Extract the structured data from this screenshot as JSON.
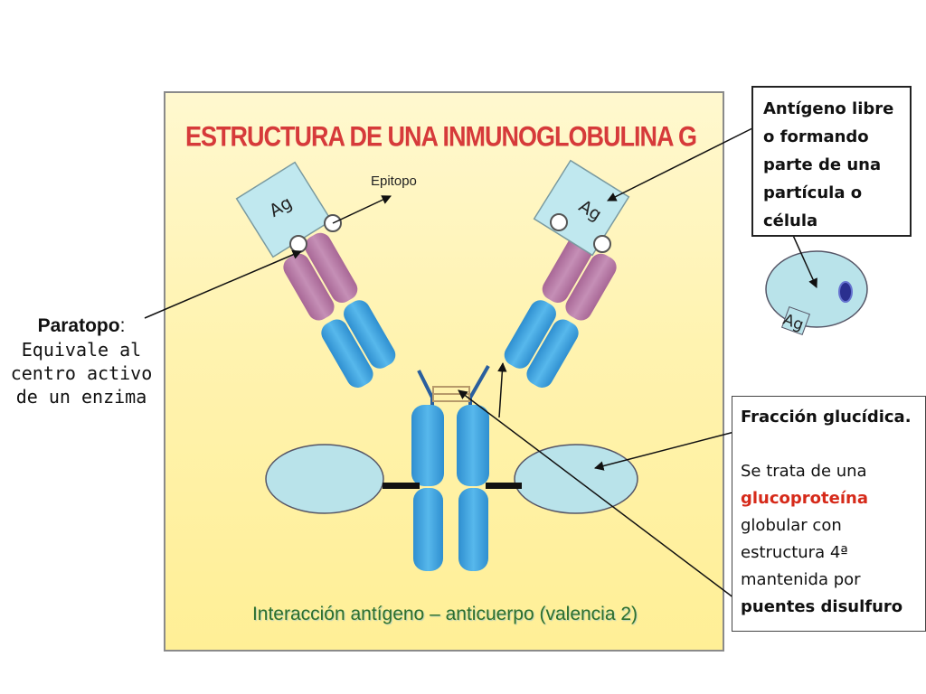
{
  "title": "ESTRUCTURA DE UNA INMUNOGLOBULINA G",
  "caption": "Interacción antígeno – anticuerpo (valencia 2)",
  "labels": {
    "epitopo": "Epitopo",
    "ag_left": "Ag",
    "ag_right": "Ag",
    "ag_cell": "Ag"
  },
  "paratopo": {
    "term": "Paratopo",
    "colon": ":",
    "lines": [
      "Equivale al",
      "centro activo",
      "de un enzima"
    ]
  },
  "antigen_box": {
    "lines": [
      "Antígeno libre",
      "o formando",
      "parte de una",
      "partícula o",
      "célula"
    ]
  },
  "glyco_box": {
    "heading": "Fracción glucídica.",
    "line1": "Se trata de una",
    "highlight": "glucoproteína",
    "line3": "globular con",
    "line4": "estructura 4ª",
    "line5": "mantenida por",
    "bold_end": "puentes disulfuro"
  },
  "colors": {
    "title": "#d63a3a",
    "heavy_chain": "#3fa9e0",
    "light_chain_variable": "#b97aa8",
    "glyco_fill": "#b9e3ea",
    "caption": "#2d6f2d",
    "highlight": "#d62a1a"
  }
}
